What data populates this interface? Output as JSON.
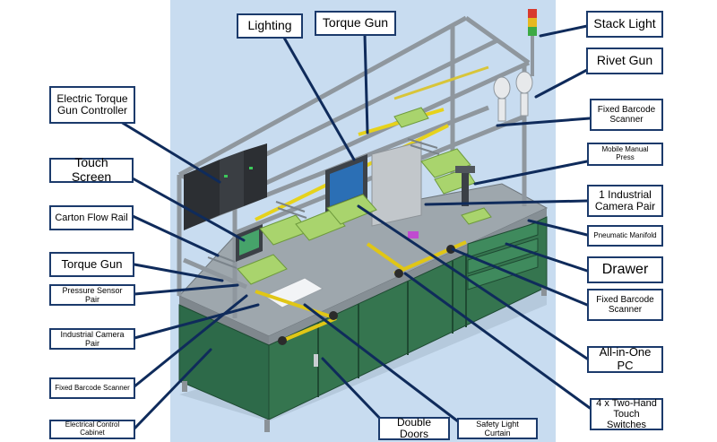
{
  "labels": {
    "lighting": "Lighting",
    "torque_gun_top": "Torque Gun",
    "stack_light": "Stack Light",
    "rivet_gun": "Rivet Gun",
    "electric_torque_gun_controller": "Electric Torque\nGun Controller",
    "fixed_barcode_scanner_top": "Fixed Barcode\nScanner",
    "mobile_manual_press": "Mobile Manual Press",
    "touch_screen": "Touch Screen",
    "industrial_camera_pair_right": "1 Industrial\nCamera Pair",
    "carton_flow_rail": "Carton Flow Rail",
    "pneumatic_manifold": "Pneumatic Manifold",
    "torque_gun_left": "Torque Gun",
    "drawer": "Drawer",
    "pressure_sensor_pair": "Pressure Sensor Pair",
    "fixed_barcode_scanner_right": "Fixed Barcode\nScanner",
    "industrial_camera_pair_left": "Industrial Camera Pair",
    "all_in_one_pc": "All-in-One PC",
    "fixed_barcode_scanner_left": "Fixed Barcode Scanner",
    "two_hand_touch_switches": "4 x Two-Hand\nTouch Switches",
    "electrical_control_cabinet": "Electrical Control Cabinet",
    "double_doors": "Double Doors",
    "safety_light_curtain": "Safety Light Curtain"
  },
  "colors": {
    "background_panel": "#c8dcf0",
    "frame": "#a9b0b7",
    "cabinet": "#2f6b4b",
    "worktop": "#9aa3a8",
    "accent_yellow": "#e6d21c",
    "part_green": "#a9d46d",
    "screen_blue": "#2b6fb5",
    "label_border": "#1b3a6b",
    "leader_line": "#0f2b5b"
  }
}
